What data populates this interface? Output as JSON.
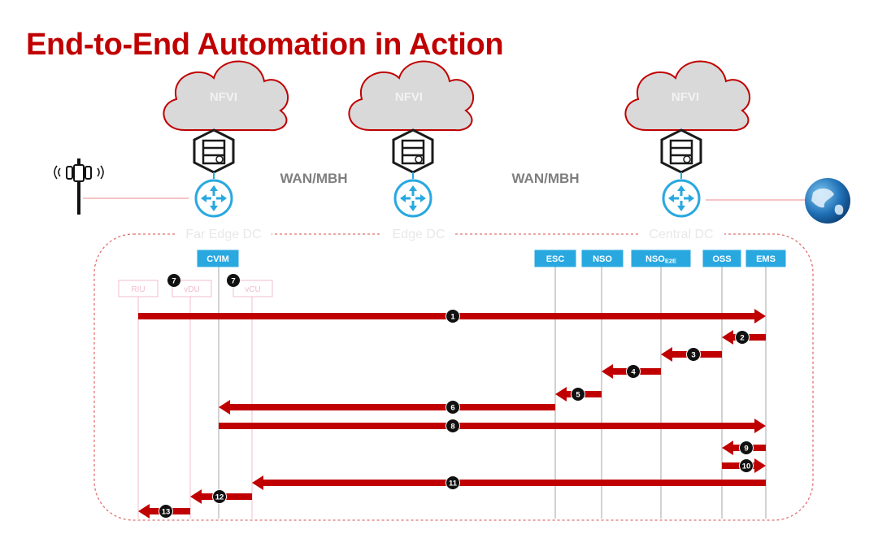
{
  "title": "End-to-End Automation in Action",
  "colors": {
    "title": "#c00000",
    "arrow": "#c00000",
    "box": "#29a8e0",
    "cloud_stroke": "#c00000",
    "router": "#29a8e0",
    "badge": "#111111",
    "ghost": "#f3bccc"
  },
  "clouds": [
    {
      "label": "NFVI"
    },
    {
      "label": "NFVI"
    },
    {
      "label": "NFVI"
    }
  ],
  "links": [
    {
      "label": "WAN/MBH"
    },
    {
      "label": "WAN/MBH"
    }
  ],
  "datacenters": [
    {
      "label": "Far Edge DC"
    },
    {
      "label": "Edge DC"
    },
    {
      "label": "Central DC"
    }
  ],
  "icons": [
    "cell-tower-icon",
    "server-stack-icon",
    "router-icon",
    "globe-icon"
  ],
  "lanes": [
    {
      "id": "riu",
      "label": "RIU",
      "style": "ghost"
    },
    {
      "id": "vdu",
      "label": "vDU",
      "style": "ghost"
    },
    {
      "id": "cvim",
      "label": "CVIM",
      "style": "box"
    },
    {
      "id": "vcu",
      "label": "vCU",
      "style": "ghost"
    },
    {
      "id": "esc",
      "label": "ESC",
      "style": "box"
    },
    {
      "id": "nso",
      "label": "NSO",
      "style": "box"
    },
    {
      "id": "nsoe2e",
      "label": "NSO",
      "sub": "E2E",
      "style": "box"
    },
    {
      "id": "oss",
      "label": "OSS",
      "style": "box"
    },
    {
      "id": "ems",
      "label": "EMS",
      "style": "box"
    }
  ],
  "step7_badges": [
    "7",
    "7"
  ],
  "messages": [
    {
      "num": "1",
      "from": "riu",
      "to": "ems"
    },
    {
      "num": "2",
      "from": "ems",
      "to": "oss"
    },
    {
      "num": "3",
      "from": "oss",
      "to": "nsoe2e"
    },
    {
      "num": "4",
      "from": "nsoe2e",
      "to": "nso"
    },
    {
      "num": "5",
      "from": "nso",
      "to": "esc"
    },
    {
      "num": "6",
      "from": "esc",
      "to": "cvim"
    },
    {
      "num": "8",
      "from": "cvim",
      "to": "ems"
    },
    {
      "num": "9",
      "from": "ems",
      "to": "oss"
    },
    {
      "num": "10",
      "from": "oss",
      "to": "ems"
    },
    {
      "num": "11",
      "from": "ems",
      "to": "vcu"
    },
    {
      "num": "12",
      "from": "vcu",
      "to": "vdu"
    },
    {
      "num": "13",
      "from": "vdu",
      "to": "riu"
    }
  ]
}
